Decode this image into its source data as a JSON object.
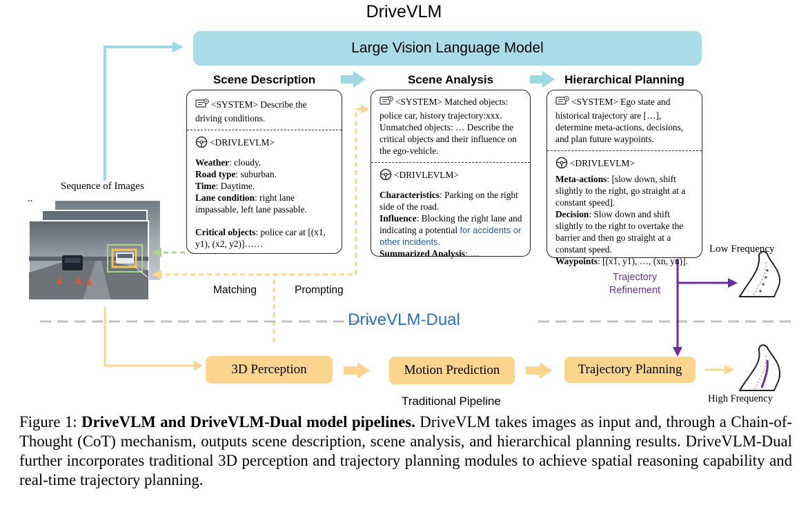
{
  "title": "DriveVLM",
  "lvlm": "Large Vision Language Model",
  "stages": {
    "description": "Scene Description",
    "analysis": "Scene Analysis",
    "planning": "Hierarchical Planning"
  },
  "panel_description": {
    "system_tag": "<SYSTEM>",
    "system_text": " Describe the driving conditions.",
    "model_tag": "<DRIVLEVLM>",
    "weather_key": "Weather",
    "weather_val": ": cloudy.",
    "road_key": "Road type",
    "road_val": ": suburban.",
    "time_key": "Time",
    "time_val": ": Daytime.",
    "lane_key": "Lane condition",
    "lane_val": ": right lane impassable, left lane passable.",
    "critical_key": "Critical objects",
    "critical_val": ": police car at [(x1, y1), (x2, y2)]……"
  },
  "panel_analysis": {
    "system_tag": "<SYSTEM>",
    "system_text": " Matched objects: police car, history trajectory:xxx. Unmatched objects: … Describe the critical objects and their influence on the ego-vehicle.",
    "model_tag": "<DRIVLEVLM>",
    "char_key": "Characteristics",
    "char_val": ": Parking on the right side of the road.",
    "infl_key": "Influence",
    "infl_val": ": Blocking the right lane and indicating a potential ",
    "infl_blue": "for accidents or other incidents.",
    "summ_key": "Summarized Analysis",
    "summ_val": ": …"
  },
  "panel_planning": {
    "system_tag": "<SYSTEM>",
    "system_text": " Ego state and historical trajectory are […], determine meta-actions, decisions, and plan future waypoints.",
    "model_tag": "<DRIVLEVLM>",
    "meta_key": "Meta-actions",
    "meta_val": ": [slow down, shift slightly to the right, go straight at a constant speed].",
    "dec_key": "Decision",
    "dec_val": ": Slow down and shift slightly to the right to overtake the barrier and then go straight at a constant speed.",
    "way_key": "Waypoints",
    "way_val": ": [(x1, y1), …, (xn, yn)]."
  },
  "labels": {
    "sequence": "Sequence of Images",
    "ellipsis": "..",
    "matching": "Matching",
    "prompting": "Prompting",
    "refinement_line1": "Trajectory",
    "refinement_line2": "Refinement",
    "low_freq": "Low Frequency",
    "high_freq": "High Frequency",
    "dual": "DriveVLM-Dual",
    "traditional": "Traditional Pipeline"
  },
  "pipeline": {
    "perception": "3D Perception",
    "motion": "Motion Prediction",
    "planning": "Trajectory Planning"
  },
  "caption": {
    "prefix": "Figure 1: ",
    "bold": "DriveVLM and DriveVLM-Dual model pipelines.",
    "text": " DriveVLM takes images as input and, through a Chain-of-Thought (CoT) mechanism, outputs scene description, scene analysis, and hierarchical planning results. DriveVLM-Dual further incorporates traditional 3D perception and trajectory planning modules to achieve spatial reasoning capability and real-time trajectory planning."
  },
  "colors": {
    "lvlm_bar": "#a9dce6",
    "cyan_arrow": "#9fd8e4",
    "orange": "#fbd48e",
    "green_dashed": "#a8d58b",
    "purple": "#6a2c9e",
    "dual_blue": "#2a6fc9"
  },
  "icons": [
    "system-chat-icon",
    "steering-wheel-icon",
    "road-trajectory-icon",
    "camera-image-stack"
  ]
}
